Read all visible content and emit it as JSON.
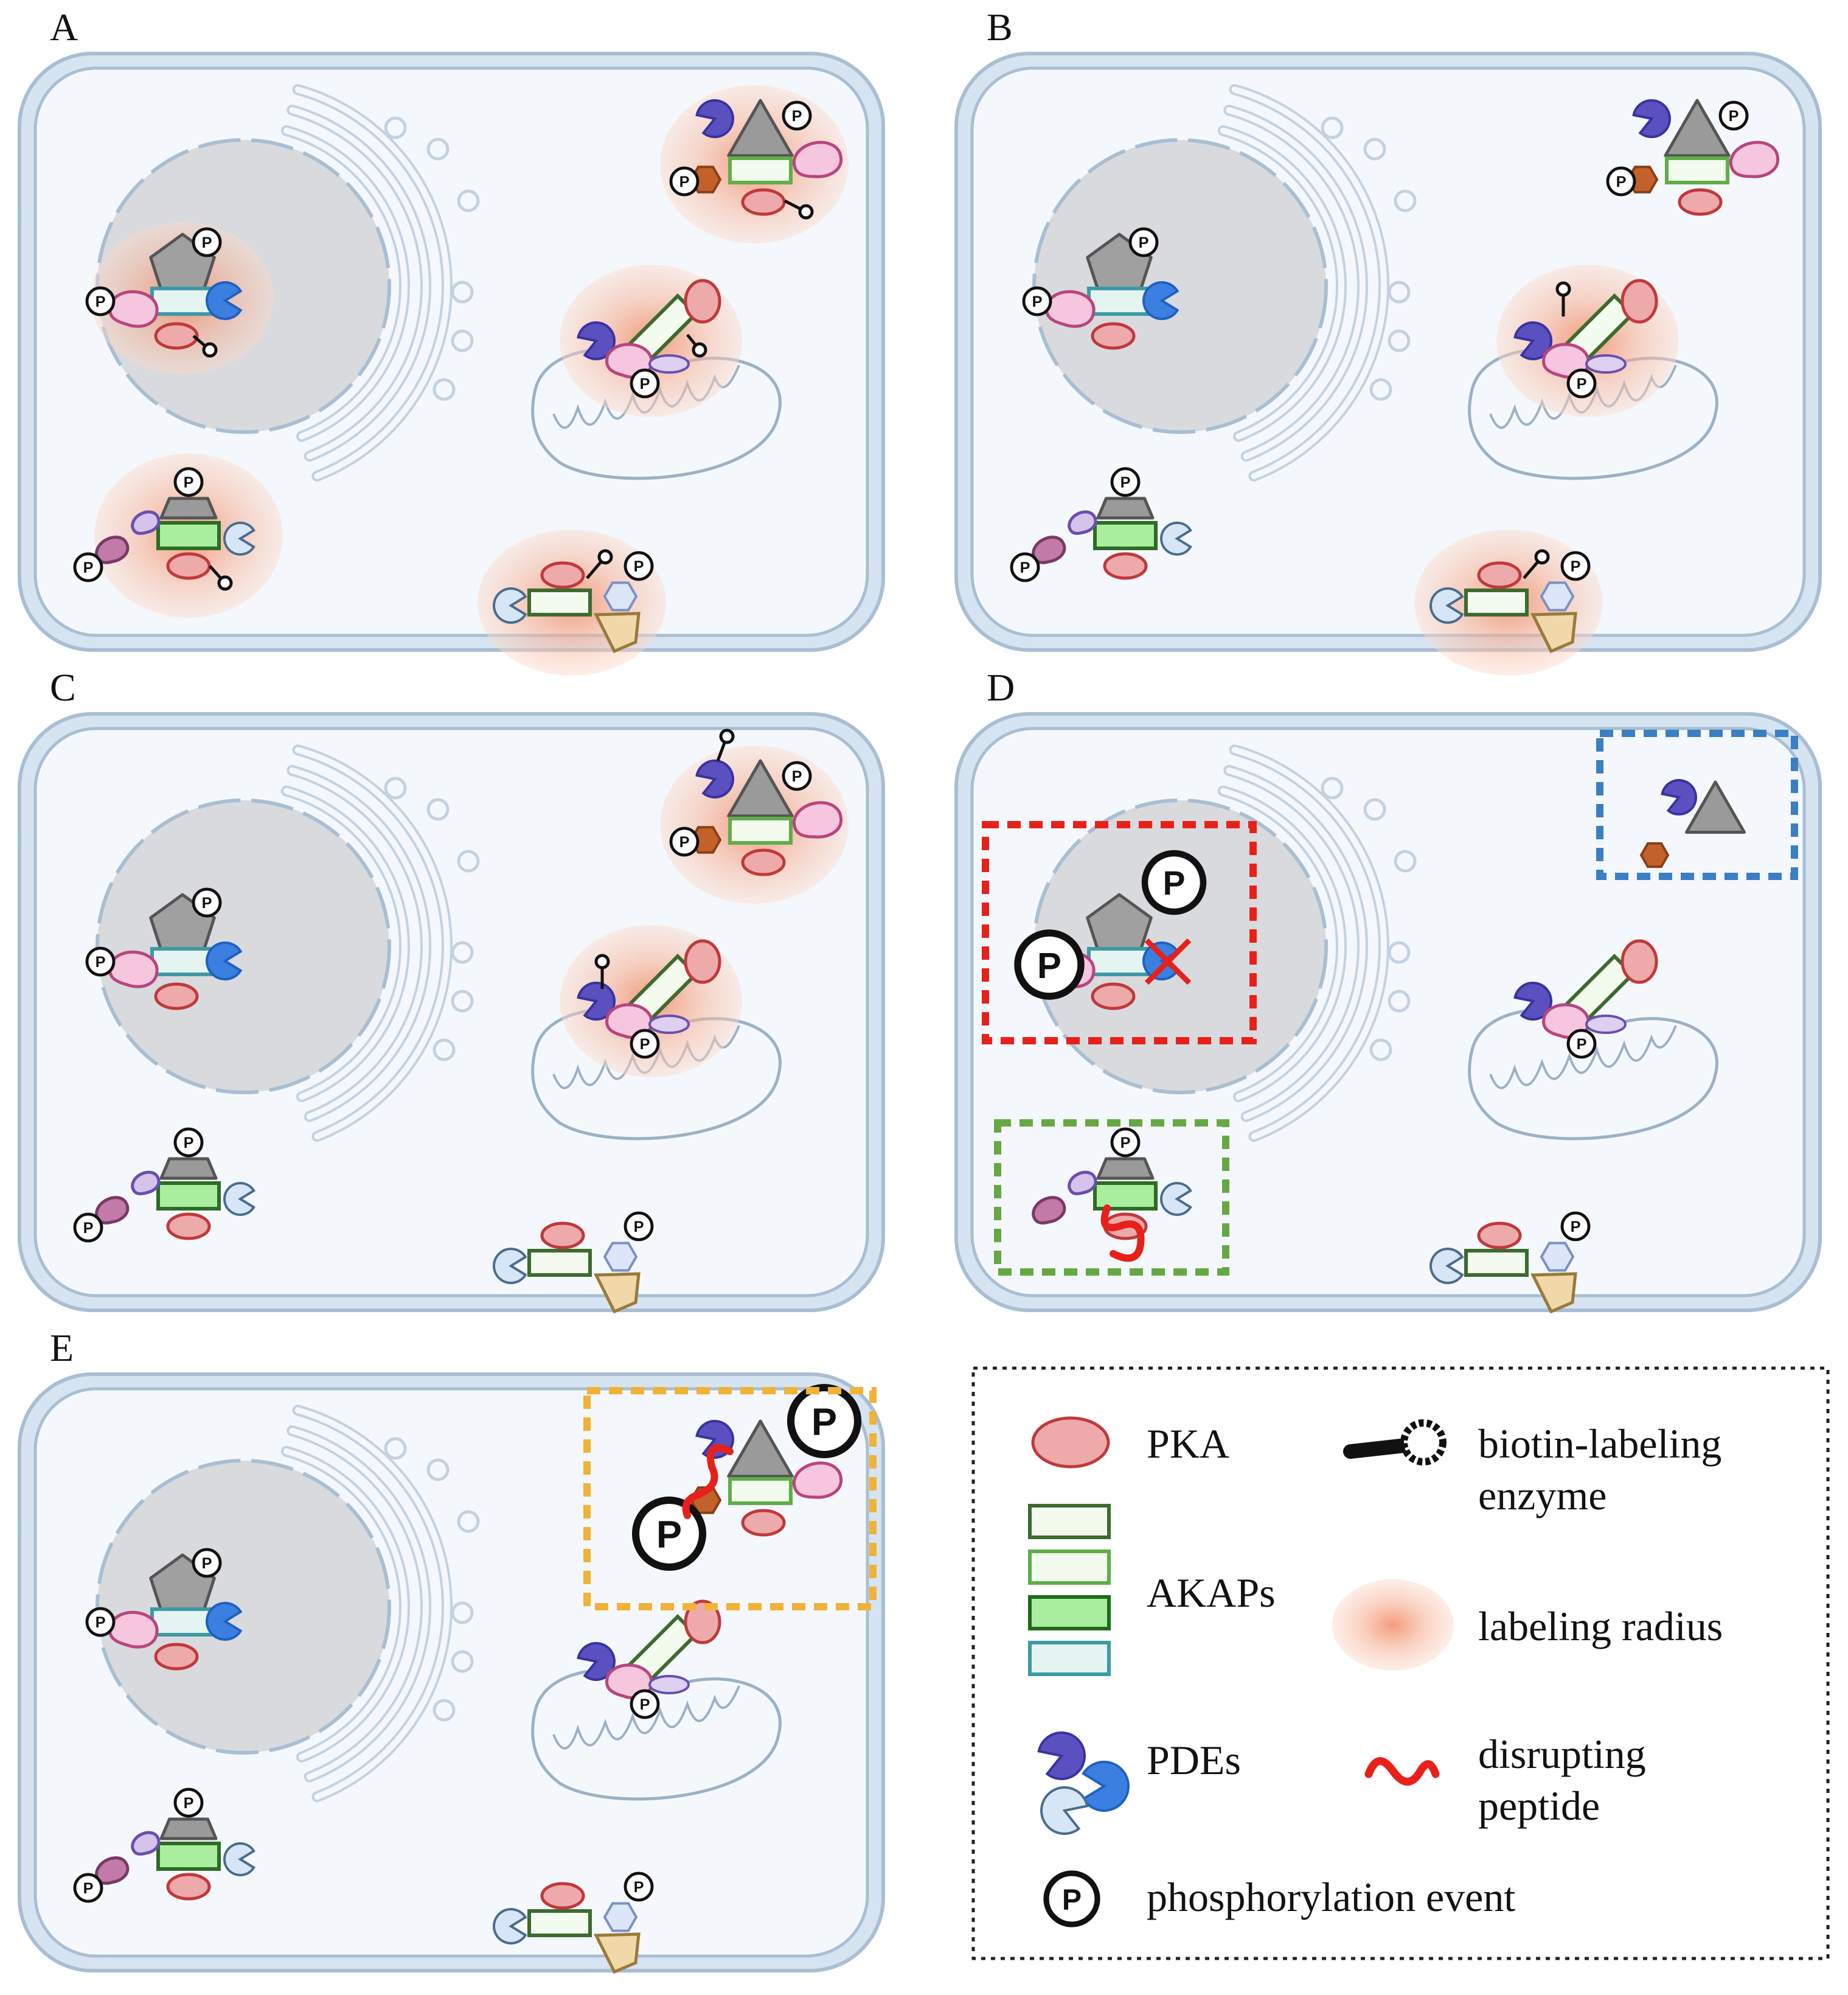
{
  "panels": {
    "a": {
      "label": "A"
    },
    "b": {
      "label": "B"
    },
    "c": {
      "label": "C"
    },
    "d": {
      "label": "D"
    },
    "e": {
      "label": "E"
    }
  },
  "phospho_symbol": "P",
  "legend": {
    "pka": "PKA",
    "akaps": "AKAPs",
    "pdes": "PDEs",
    "phosphorylation": "phosphorylation event",
    "biotin_line1": "biotin-labeling",
    "biotin_line2": "enzyme",
    "radius": "labeling radius",
    "peptide_line1": "disrupting",
    "peptide_line2": "peptide"
  },
  "colors": {
    "cell_fill": "#f4f8fc",
    "cell_border": "#a9bed3",
    "nucleus": "#d8dadd",
    "pka_fill": "#eeaaaa",
    "pka_border": "#c0393b",
    "labeling_radius": "#f4a582",
    "disrupting_peptide": "#e8201a",
    "box_red": "#e8201a",
    "box_blue": "#3a7fc4",
    "box_green": "#66a843",
    "box_orange": "#f0b237"
  }
}
